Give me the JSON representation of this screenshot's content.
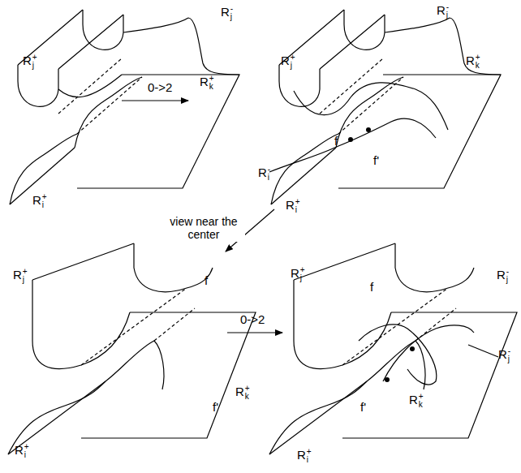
{
  "diagram": {
    "labels": [
      "R-j",
      "R+j",
      "R+k",
      "R+i",
      "0->2",
      "R-j",
      "R+j",
      "R+k",
      "f",
      "f'",
      "R-i",
      "R+i",
      "view near the center",
      "R+j",
      "f",
      "f'",
      "R+k",
      "R+i",
      "0->2",
      "R-j",
      "R+j",
      "f",
      "f'",
      "R+k",
      "R+i",
      "R-j"
    ]
  }
}
